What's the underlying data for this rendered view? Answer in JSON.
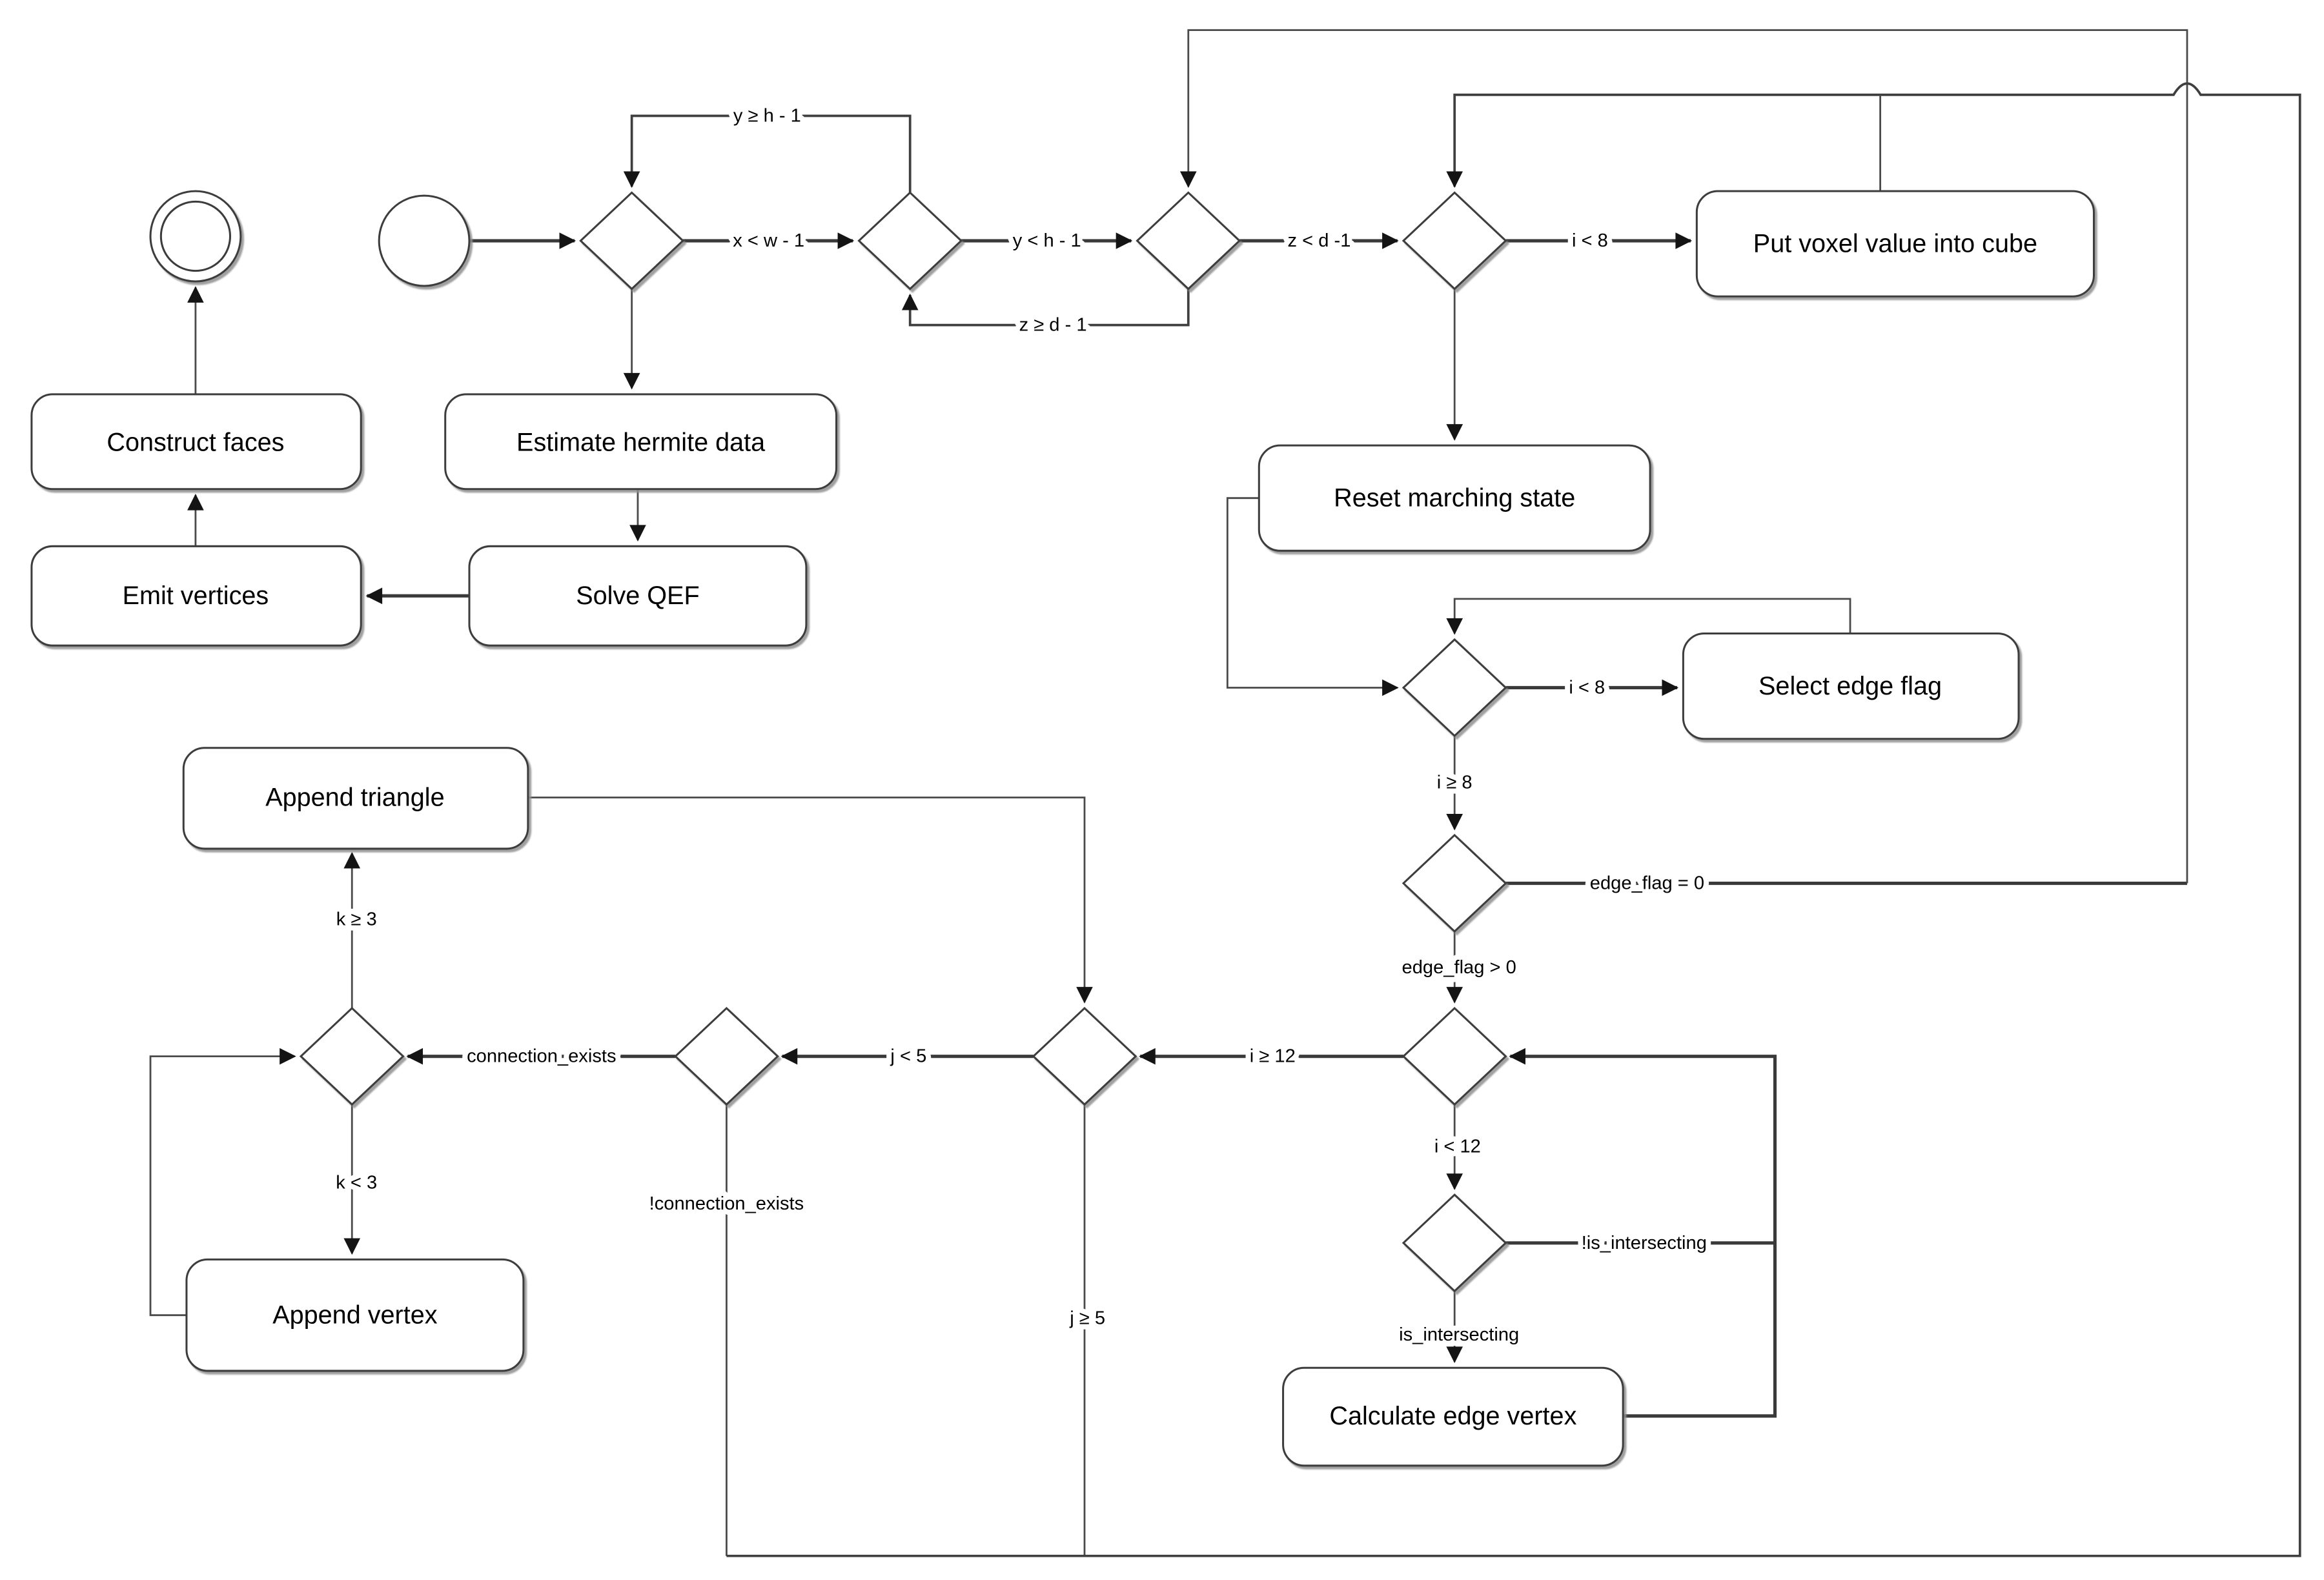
{
  "diagram_type": "flowchart",
  "colors": {
    "background": "#ffffff",
    "shape_stroke": "#3c3c3c",
    "line": "#3f3f3f",
    "text": "#000000"
  },
  "nodes": {
    "construct_faces": "Construct faces",
    "estimate_hermite": "Estimate hermite data",
    "emit_vertices": "Emit vertices",
    "solve_qef": "Solve QEF",
    "put_voxel": "Put voxel value into cube",
    "reset_marching": "Reset marching state",
    "select_edge_flag": "Select edge flag",
    "calculate_edge_vertex": "Calculate edge vertex",
    "append_triangle": "Append triangle",
    "append_vertex": "Append vertex"
  },
  "edge_labels": {
    "x_lt_w": "x < w - 1",
    "y_lt_h": "y < h - 1",
    "z_lt_d": "z < d -1",
    "i_lt_8_voxel": "i < 8",
    "y_ge_h": "y ≥ h - 1",
    "z_ge_d": "z ≥ d - 1",
    "i_lt_8_edge": "i < 8",
    "i_ge_8": "i ≥ 8",
    "edge_flag_zero": "edge_flag = 0",
    "edge_flag_pos": "edge_flag > 0",
    "i_ge_12": "i ≥ 12",
    "i_lt_12": "i < 12",
    "not_intersecting": "!is_intersecting",
    "is_intersecting": "is_intersecting",
    "j_lt_5": "j < 5",
    "j_ge_5": "j ≥ 5",
    "connection_exists": "connection_exists",
    "not_connection_exists": "!connection_exists",
    "k_ge_3": "k ≥ 3",
    "k_lt_3": "k < 3"
  }
}
